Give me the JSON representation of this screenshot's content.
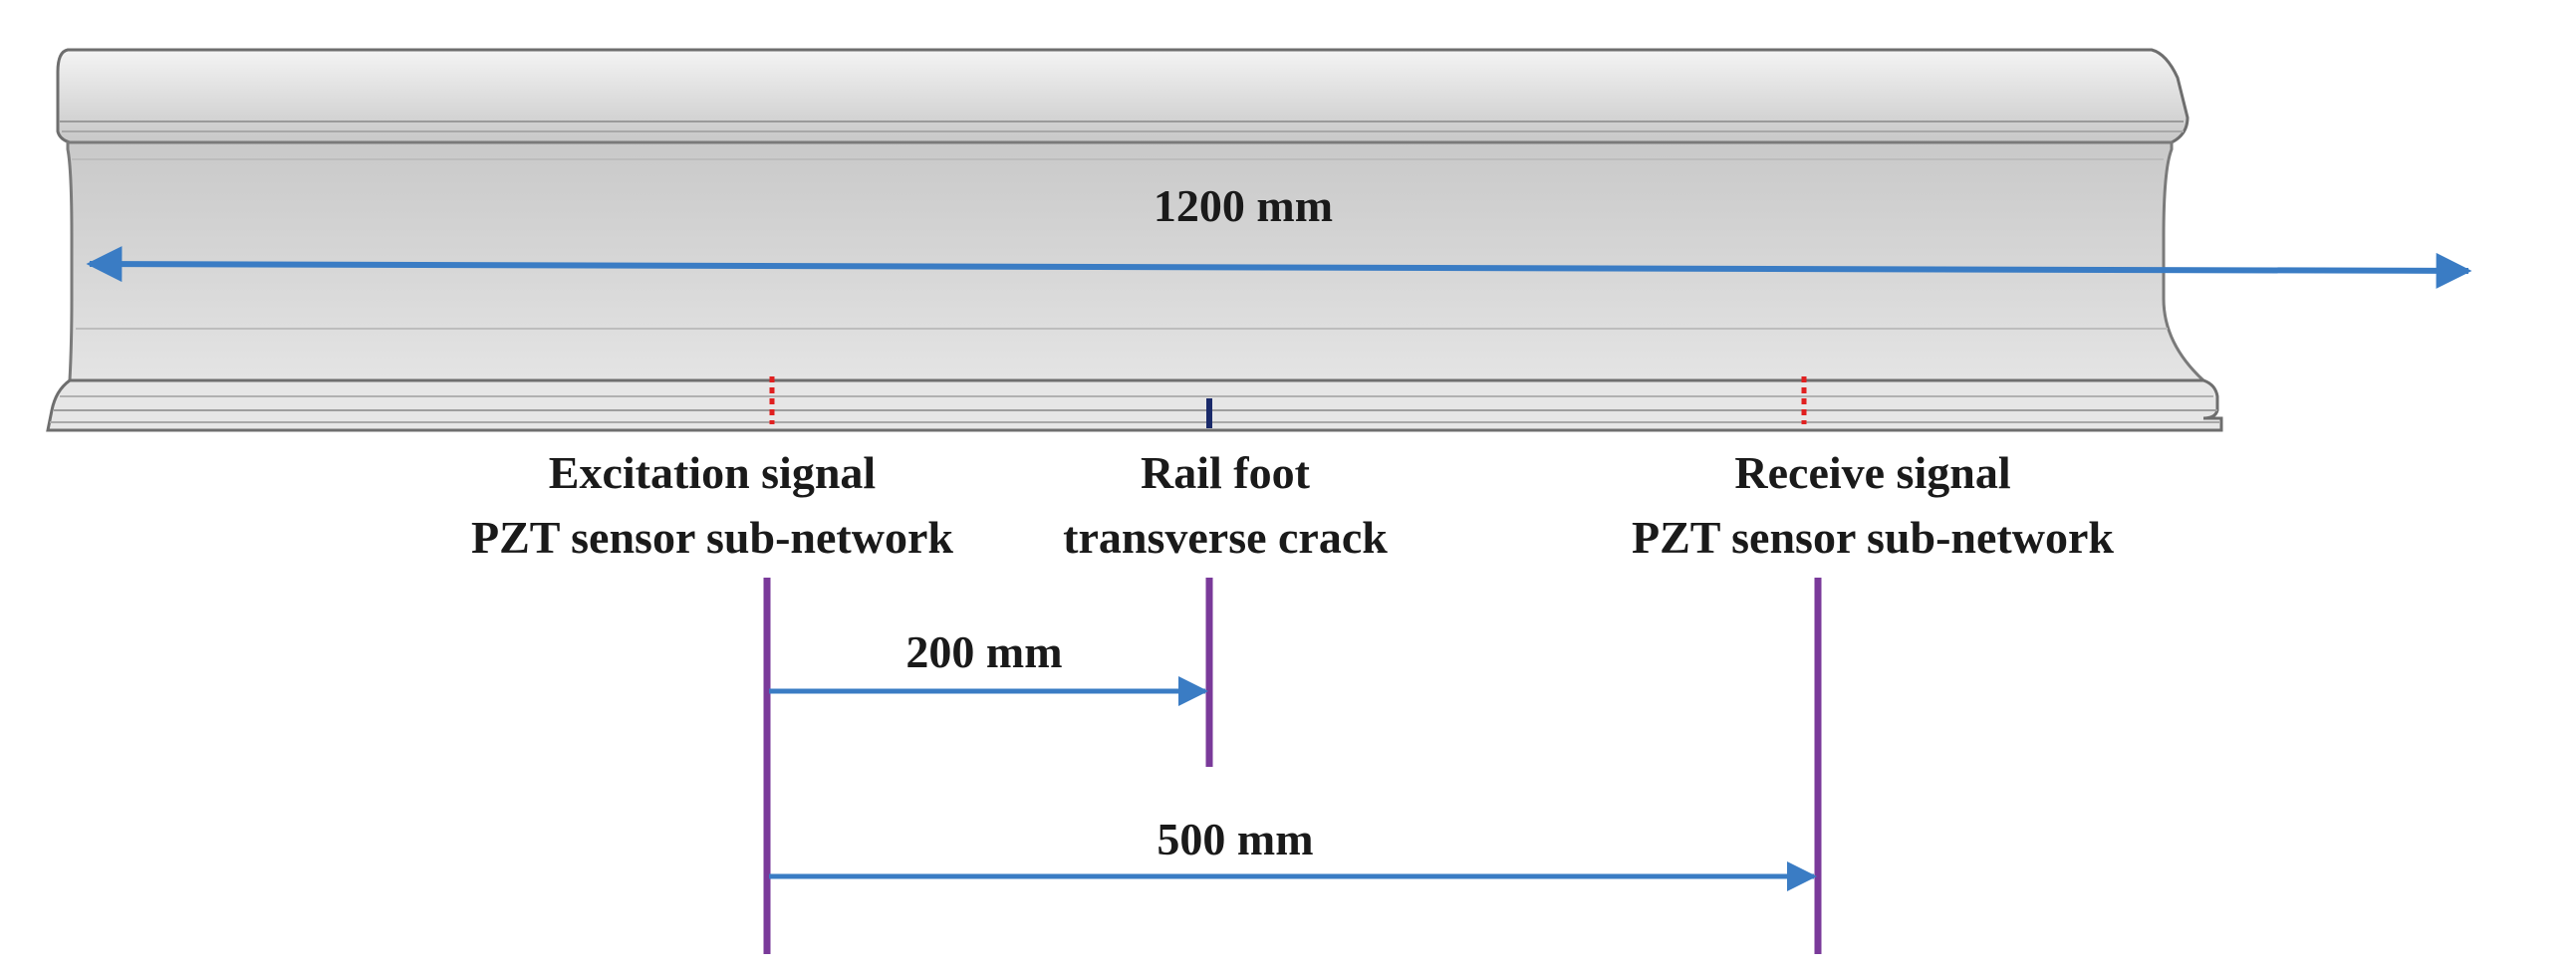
{
  "rail": {
    "length_label": "1200 mm"
  },
  "labels": {
    "excitation_line1": "Excitation signal",
    "excitation_line2": "PZT sensor sub-network",
    "crack_line1": "Rail foot",
    "crack_line2": "transverse crack",
    "receive_line1": "Receive signal",
    "receive_line2": "PZT sensor sub-network"
  },
  "dimensions": {
    "excitation_to_crack": "200 mm",
    "excitation_to_receiver": "500 mm"
  },
  "colors": {
    "arrow": "#3a7cc4",
    "marker_line": "#7a3a9a",
    "sensor": "#e02020",
    "crack": "#1a2a6a",
    "rail_face": "#d2d2d2",
    "rail_edge": "#6e6e6e"
  }
}
